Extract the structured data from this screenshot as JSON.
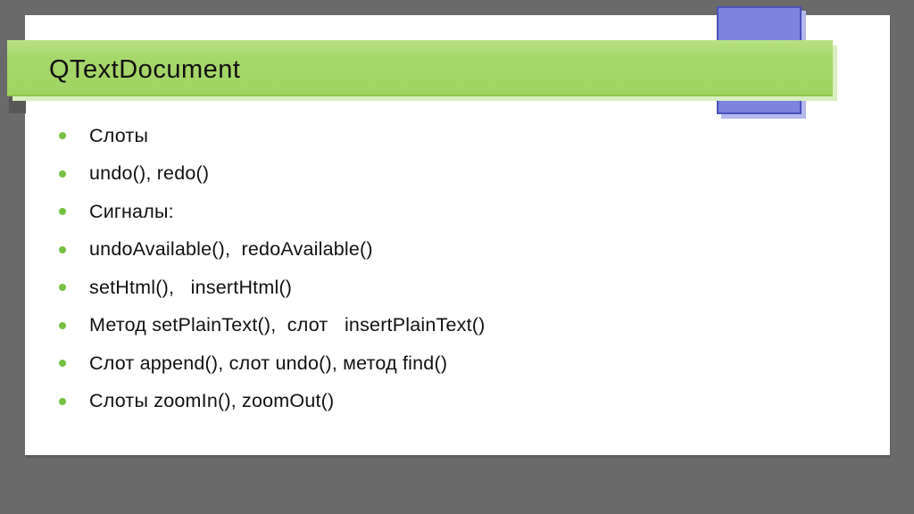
{
  "slide": {
    "title": "QTextDocument",
    "bullets": [
      "Слоты",
      "undo(), redo()",
      "Сигналы:",
      "undoAvailable(),  redoAvailable()",
      "setHtml(),   insertHtml()",
      "Метод setPlainText(),  слот   insertPlainText()",
      "Слот append(), слот undo(), метод find()",
      "Слоты zoomIn(), zoomOut()"
    ],
    "colors": {
      "background_gray": "#6a6a6a",
      "slide_white": "#ffffff",
      "banner_green": "#a6d76b",
      "banner_border_green": "#8fc64e",
      "banner_shadow_green": "#d9eec1",
      "accent_blue_fill": "#7b85dd",
      "accent_blue_border": "#4a51bc",
      "accent_blue_shadow": "#b3baeb",
      "bullet_dot_green": "#76c043",
      "text_black": "#111111"
    }
  }
}
